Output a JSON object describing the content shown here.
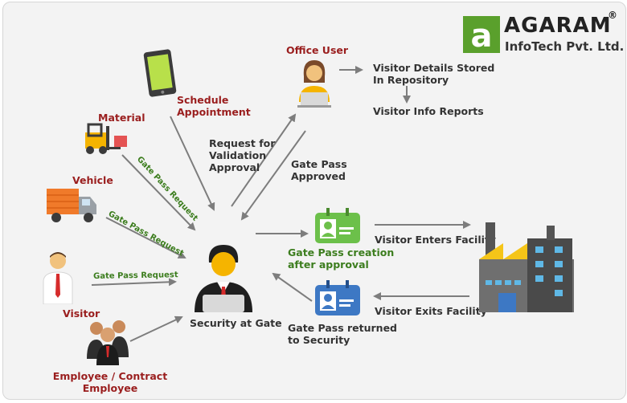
{
  "brand": {
    "name": "AGARAM",
    "registered_mark": "®",
    "subtitle": "InfoTech Pvt. Ltd.",
    "logo_letter": "a",
    "color": "#5aa02c"
  },
  "nodes": {
    "office_user": "Office User",
    "schedule_appointment_line1": "Schedule",
    "schedule_appointment_line2": "Appointment",
    "material": "Material",
    "vehicle": "Vehicle",
    "visitor": "Visitor",
    "employee_line1": "Employee / Contract",
    "employee_line2": "Employee",
    "security": "Security at Gate",
    "visitor_details_line1": "Visitor Details Stored",
    "visitor_details_line2": "In Repository",
    "visitor_info_reports": "Visitor Info Reports",
    "gate_pass_creation_line1": "Gate Pass creation",
    "gate_pass_creation_line2": "after approval",
    "gate_pass_returned_line1": "Gate Pass returned",
    "gate_pass_returned_line2": "to Security"
  },
  "edges": {
    "request_validation_line1": "Request for",
    "request_validation_line2": "Validation",
    "request_validation_line3": "Approval",
    "gate_pass_approved_line1": "Gate Pass",
    "gate_pass_approved_line2": "Approved",
    "gate_pass_request_material": "Gate Pass Request",
    "gate_pass_request_vehicle": "Gate Pass Request",
    "gate_pass_request_visitor": "Gate Pass Request",
    "visitor_enters_facility": "Visitor Enters Facility",
    "visitor_exits_facility": "Visitor Exits Facility"
  },
  "icons": [
    "smartphone-icon",
    "office-user-icon",
    "forklift-icon",
    "truck-icon",
    "visitor-icon",
    "employees-group-icon",
    "security-guard-icon",
    "id-card-icon",
    "factory-icon"
  ],
  "colors": {
    "node_label": "#9a1e1e",
    "edge_label": "#333333",
    "request_label": "#3c7d1e",
    "arrow": "#7d7d7d"
  }
}
